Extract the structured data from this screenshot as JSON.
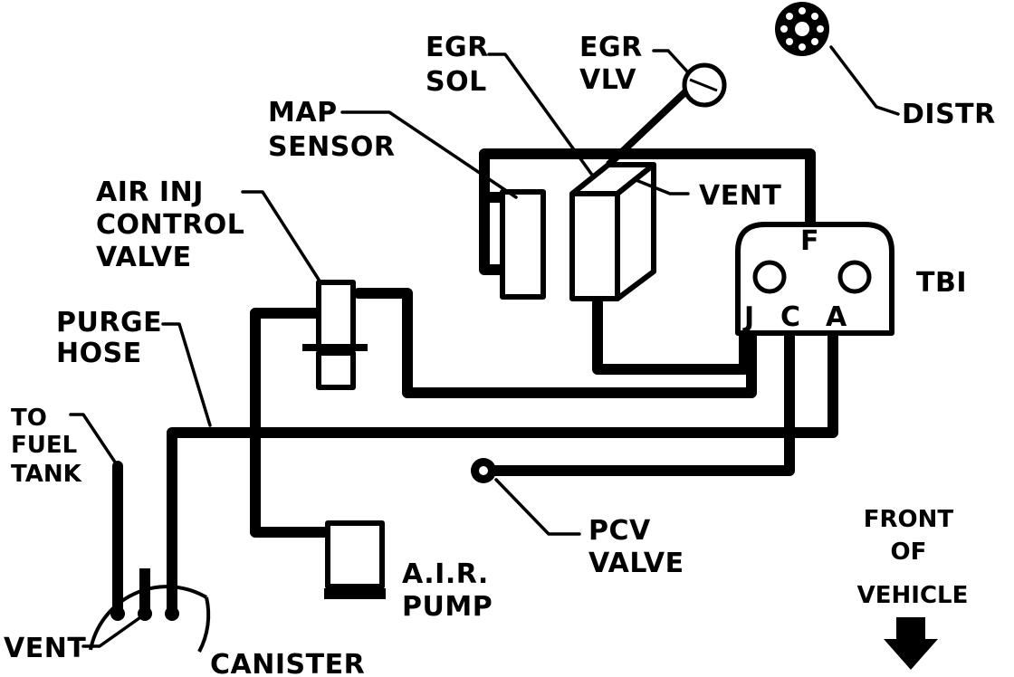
{
  "labels": {
    "egr_sol": [
      "EGR",
      "SOL"
    ],
    "egr_vlv": [
      "EGR",
      "VLV"
    ],
    "distr": "DISTR",
    "map_sensor": [
      "MAP",
      "SENSOR"
    ],
    "vent_top": "VENT",
    "air_inj_valve": [
      "AIR INJ",
      "CONTROL",
      "VALVE"
    ],
    "tbi": "TBI",
    "tbi_port_f": "F",
    "tbi_port_j": "J",
    "tbi_port_c": "C",
    "tbi_port_a": "A",
    "purge_hose": [
      "PURGE",
      "HOSE"
    ],
    "to_fuel_tank": [
      "TO",
      "FUEL",
      "TANK"
    ],
    "pcv_valve": [
      "PCV",
      "VALVE"
    ],
    "air_pump": [
      "A.I.R.",
      "PUMP"
    ],
    "front_of_vehicle": [
      "FRONT",
      "OF",
      "VEHICLE"
    ],
    "vent_bottom": "VENT",
    "canister": "CANISTER"
  },
  "icons": {
    "distributor": "gear-icon",
    "front_arrow": "arrow-down-icon"
  },
  "colors": {
    "line": "#000000",
    "background": "#ffffff"
  }
}
